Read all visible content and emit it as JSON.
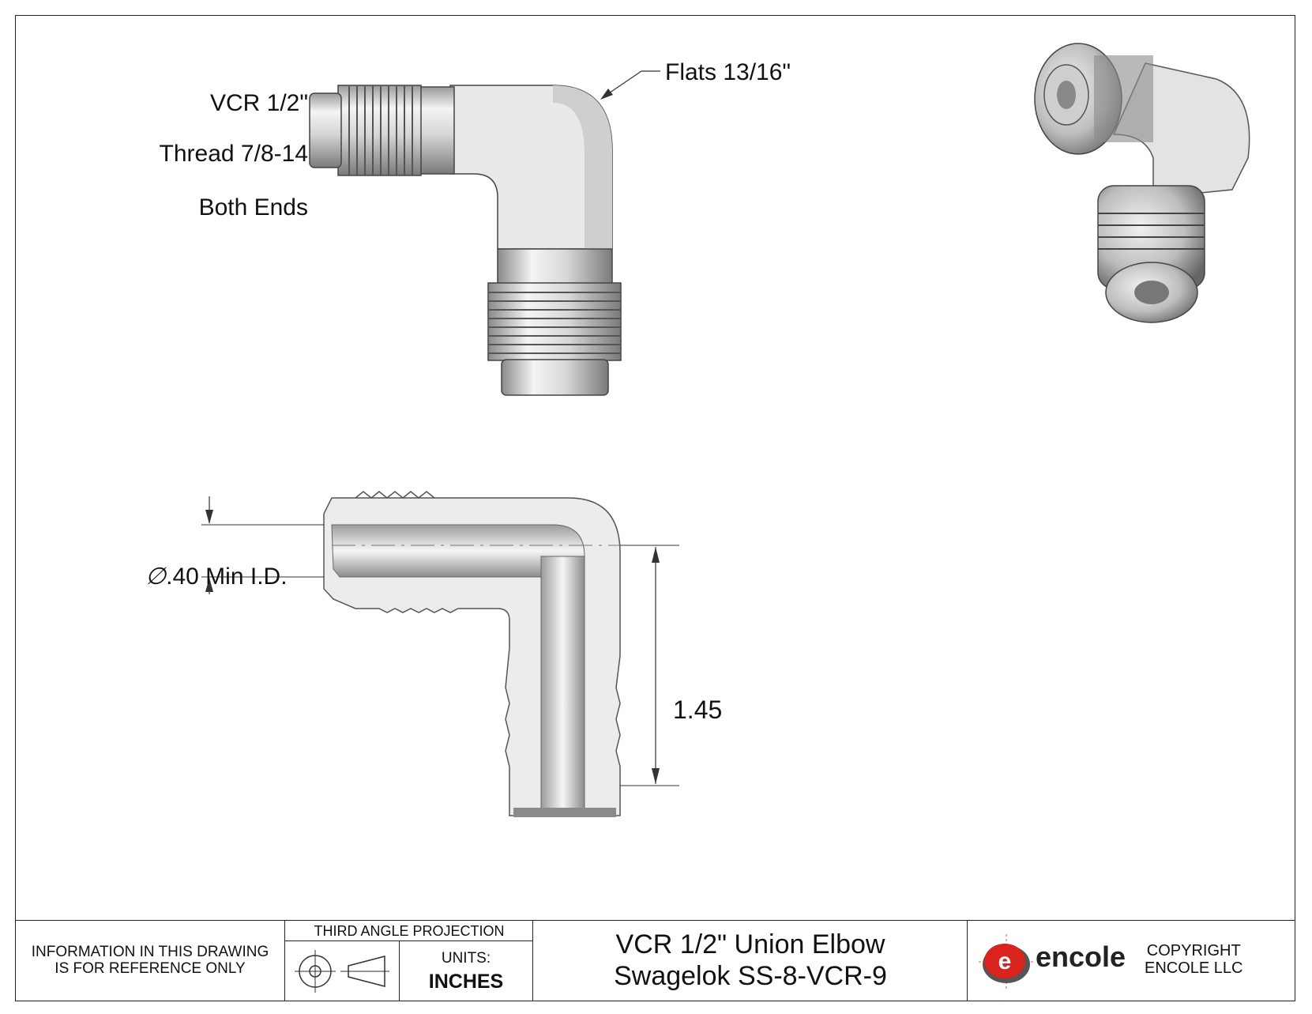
{
  "annotations": {
    "vcr_size": "VCR 1/2\"",
    "thread": "Thread 7/8-14",
    "ends": "Both Ends",
    "flats": "Flats 13/16\"",
    "min_id": ".40 Min I.D.",
    "diameter_symbol": "∅",
    "height_dim": "1.45"
  },
  "title_block": {
    "info_line1": "INFORMATION IN THIS DRAWING",
    "info_line2": "IS FOR REFERENCE ONLY",
    "projection": "THIRD ANGLE PROJECTION",
    "units_label": "UNITS:",
    "units_value": "INCHES",
    "title_line1": "VCR 1/2\" Union Elbow",
    "title_line2": "Swagelok SS-8-VCR-9",
    "brand": "encole",
    "brand_logo_letter": "e",
    "copyright_line1": "COPYRIGHT",
    "copyright_line2": "ENCOLE  LLC"
  },
  "colors": {
    "brand_red": "#d8231f",
    "steel_light": "#e6e6e6",
    "steel_dark": "#6d6d6d",
    "section_fill": "#ececec"
  }
}
